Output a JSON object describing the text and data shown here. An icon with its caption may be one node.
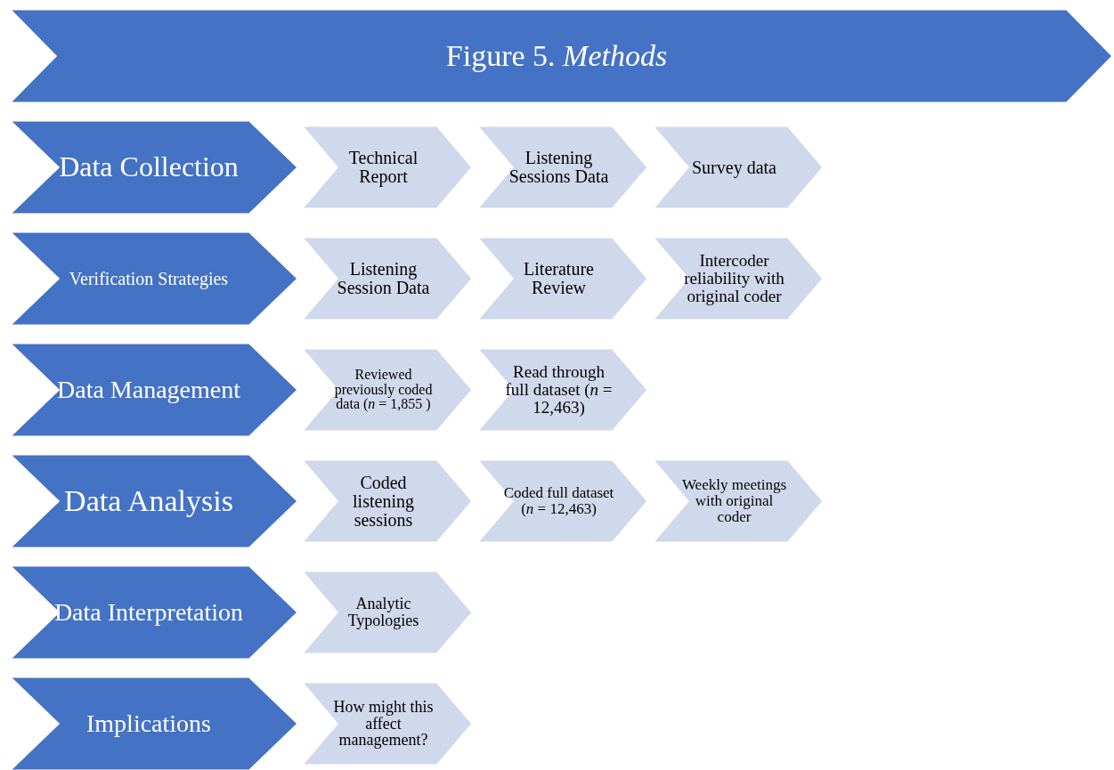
{
  "diagram": {
    "title": "Figure 5. *Methods*",
    "nodes": [
      {
        "text": [
          "Data Collection"
        ]
      },
      {
        "text": [
          "Technical Report"
        ]
      },
      {
        "text": [
          "Listening Sessions Data"
        ]
      },
      {
        "text": [
          "Survey data"
        ]
      },
      {
        "text": [
          "Verification Strategies"
        ]
      },
      {
        "text": [
          "Listening Session Data"
        ]
      },
      {
        "text": [
          "Literature Review"
        ]
      },
      {
        "text": [
          "Intercoder reliability with original coder"
        ]
      },
      {
        "text": [
          "Data Management"
        ]
      },
      {
        "text": [
          "Reviewed previously coded data (*n* = 1,855 )"
        ]
      },
      {
        "text": [
          "Read through full dataset (*n* = 12,463)"
        ]
      },
      {
        "text": [
          "Data Analysis"
        ]
      },
      {
        "text": [
          "Coded listening sessions"
        ]
      },
      {
        "text": [
          "Coded full dataset (*n* = 12,463)"
        ]
      },
      {
        "text": [
          "Weekly meetings with original coder"
        ]
      },
      {
        "text": [
          "Data Interpretation"
        ]
      },
      {
        "text": [
          "Analytic Typologies"
        ]
      },
      {
        "text": [
          "Implications"
        ]
      },
      {
        "text": [
          "How might this affect management?"
        ]
      }
    ]
  }
}
